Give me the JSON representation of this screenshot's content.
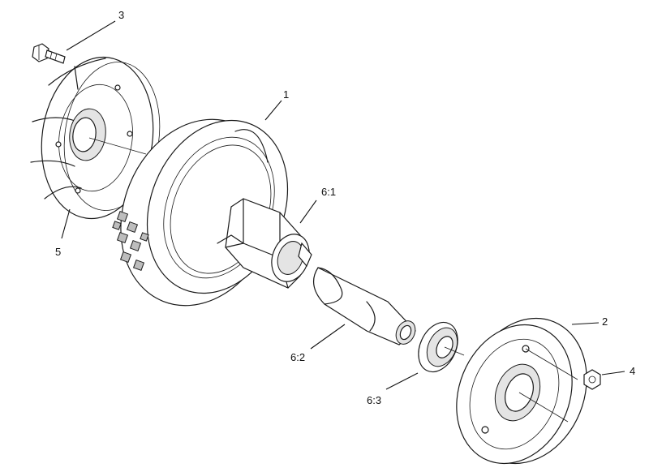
{
  "callouts": {
    "part_1": "1",
    "part_2": "2",
    "part_3": "3",
    "part_4": "4",
    "part_5": "5",
    "part_6_1": "6:1",
    "part_6_2": "6:2",
    "part_6_3": "6:3"
  }
}
